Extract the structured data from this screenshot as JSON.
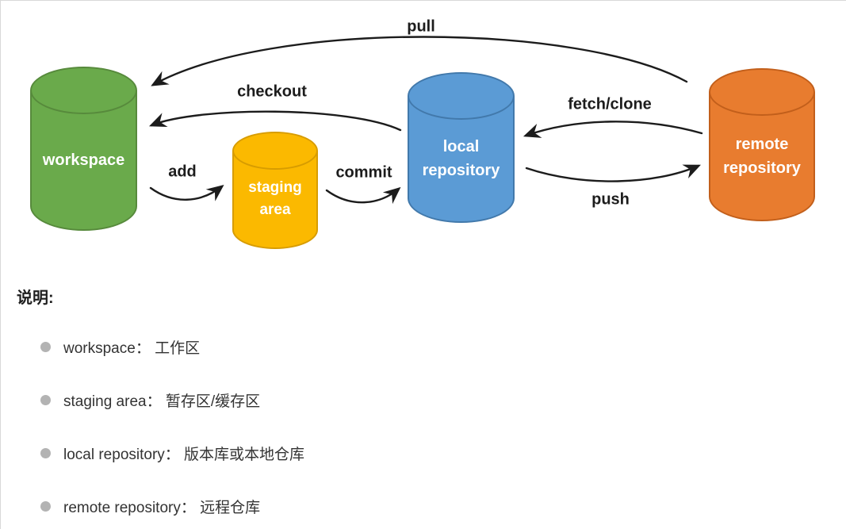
{
  "page": {
    "background": "#ffffff",
    "border_color": "#d9d9d9"
  },
  "diagram": {
    "arrow_color": "#1c1c1c",
    "nodes": [
      {
        "id": "workspace",
        "lines": [
          "workspace"
        ],
        "color": "#6aaa4b",
        "text_color": "#ffffff"
      },
      {
        "id": "staging-area",
        "lines": [
          "staging",
          "area"
        ],
        "color": "#fbb900",
        "text_color": "#ffffff"
      },
      {
        "id": "local-repository",
        "lines": [
          "local",
          "repository"
        ],
        "color": "#5b9bd5",
        "text_color": "#ffffff"
      },
      {
        "id": "remote-repository",
        "lines": [
          "remote",
          "repository"
        ],
        "color": "#e87c2f",
        "text_color": "#ffffff"
      }
    ],
    "arrows": {
      "pull": {
        "label": "pull",
        "from": "remote repository",
        "to": "workspace"
      },
      "checkout": {
        "label": "checkout",
        "from": "local repository",
        "to": "workspace"
      },
      "fetch_clone": {
        "label": "fetch/clone",
        "from": "remote repository",
        "to": "local repository"
      },
      "push": {
        "label": "push",
        "from": "local repository",
        "to": "remote repository"
      },
      "add": {
        "label": "add",
        "from": "workspace",
        "to": "staging area"
      },
      "commit": {
        "label": "commit",
        "from": "staging area",
        "to": "local repository"
      }
    }
  },
  "legend": {
    "title": "说明:",
    "bullet_color": "#b3b3b3",
    "items": [
      {
        "text": "workspace： 工作区"
      },
      {
        "text": "staging area： 暂存区/缓存区"
      },
      {
        "text": "local repository： 版本库或本地仓库"
      },
      {
        "text": "remote repository： 远程仓库"
      }
    ]
  }
}
